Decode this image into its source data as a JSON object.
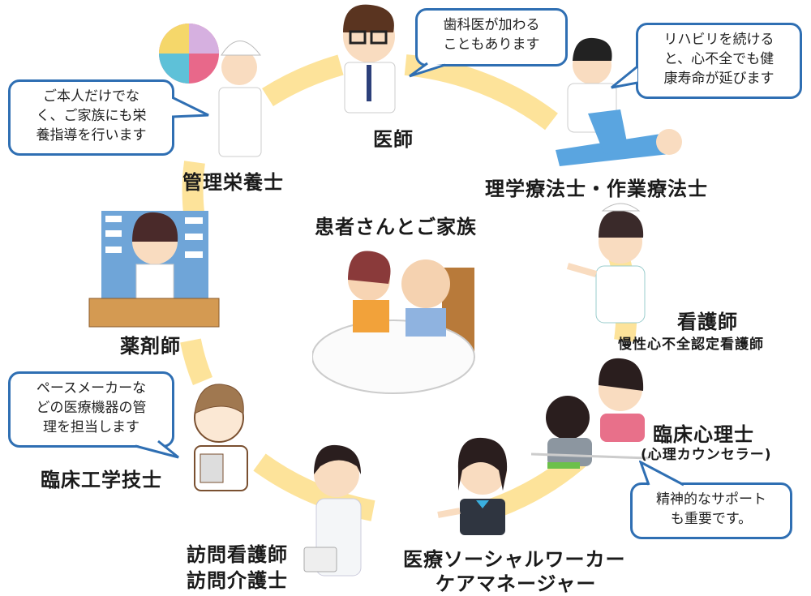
{
  "center": {
    "title": "患者さんとご家族"
  },
  "roles": [
    {
      "id": "doctor",
      "label": "医師"
    },
    {
      "id": "pt_ot",
      "label": "理学療法士・作業療法士"
    },
    {
      "id": "nurse",
      "label": "看護師",
      "sublabel": "慢性心不全認定看護師"
    },
    {
      "id": "psychologist",
      "label": "臨床心理士",
      "sublabel": "(心理カウンセラー)"
    },
    {
      "id": "social_worker",
      "label": "医療ソーシャルワーカー",
      "sublabel": "ケアマネージャー"
    },
    {
      "id": "home_nurse",
      "label": "訪問看護師",
      "sublabel": "訪問介護士"
    },
    {
      "id": "clinical_engineer",
      "label": "臨床工学技士"
    },
    {
      "id": "pharmacist",
      "label": "薬剤師"
    },
    {
      "id": "dietitian",
      "label": "管理栄養士"
    }
  ],
  "bubbles": {
    "dietitian": [
      "ご本人だけでな",
      "く、ご家族にも栄",
      "養指導を行います"
    ],
    "doctor": [
      "歯科医が加わる",
      "こともあります"
    ],
    "pt_ot": [
      "リハビリを続ける",
      "と、心不全でも健",
      "康寿命が延びます"
    ],
    "clinical_engineer": [
      "ペースメーカーな",
      "どの医療機器の管",
      "理を担当します"
    ],
    "psychologist": [
      "精神的なサポート",
      "も重要です。"
    ]
  },
  "colors": {
    "arc": "#fde39a",
    "bubble_border": "#2f6fb3",
    "text": "#1a1a1a"
  }
}
